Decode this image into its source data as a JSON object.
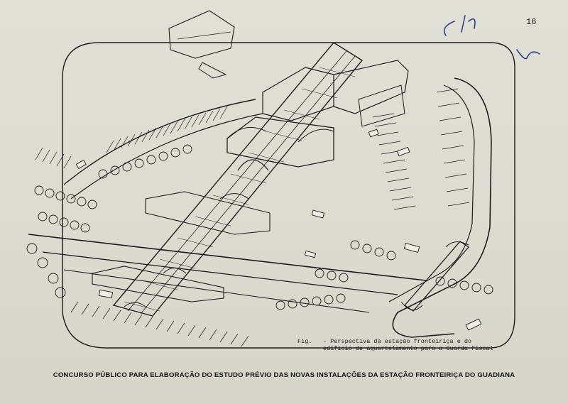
{
  "page_number": "16",
  "figure": {
    "label": "Fig.",
    "caption": "- Perspectiva da estação fronteiriça e do\n  edifício de aquartelamento para a Guarda Fiscal"
  },
  "footer": {
    "title": "CONCURSO PÚBLICO PARA ELABORAÇÃO DO ESTUDO PRÉVIO DAS NOVAS INSTALAÇÕES DA ESTAÇÃO FRONTEIRIÇA DO GUADIANA"
  },
  "colors": {
    "paper": "#dedcd2",
    "ink": "#1c1c1c",
    "pen": "#2d3f8f"
  }
}
